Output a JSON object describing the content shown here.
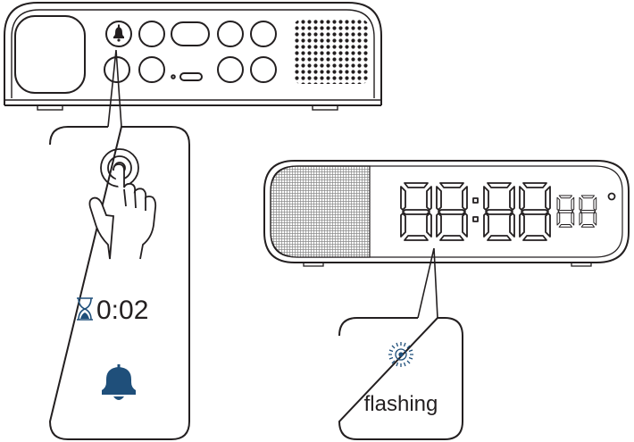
{
  "callout_left": {
    "timer_text": "0:02",
    "hourglass_icon": "hourglass-icon",
    "bell_icon": "bell-icon",
    "press_icon": "finger-press-icon"
  },
  "callout_right": {
    "label": "flashing",
    "flash_icon": "sun-flash-icon"
  },
  "device_top": {
    "bell_button_icon": "bell-icon"
  },
  "device_front": {
    "display_digits": "88:88",
    "display_small": "88",
    "degree_symbol": "°"
  },
  "colors": {
    "line": "#231f20",
    "accent": "#1f4f7a"
  }
}
